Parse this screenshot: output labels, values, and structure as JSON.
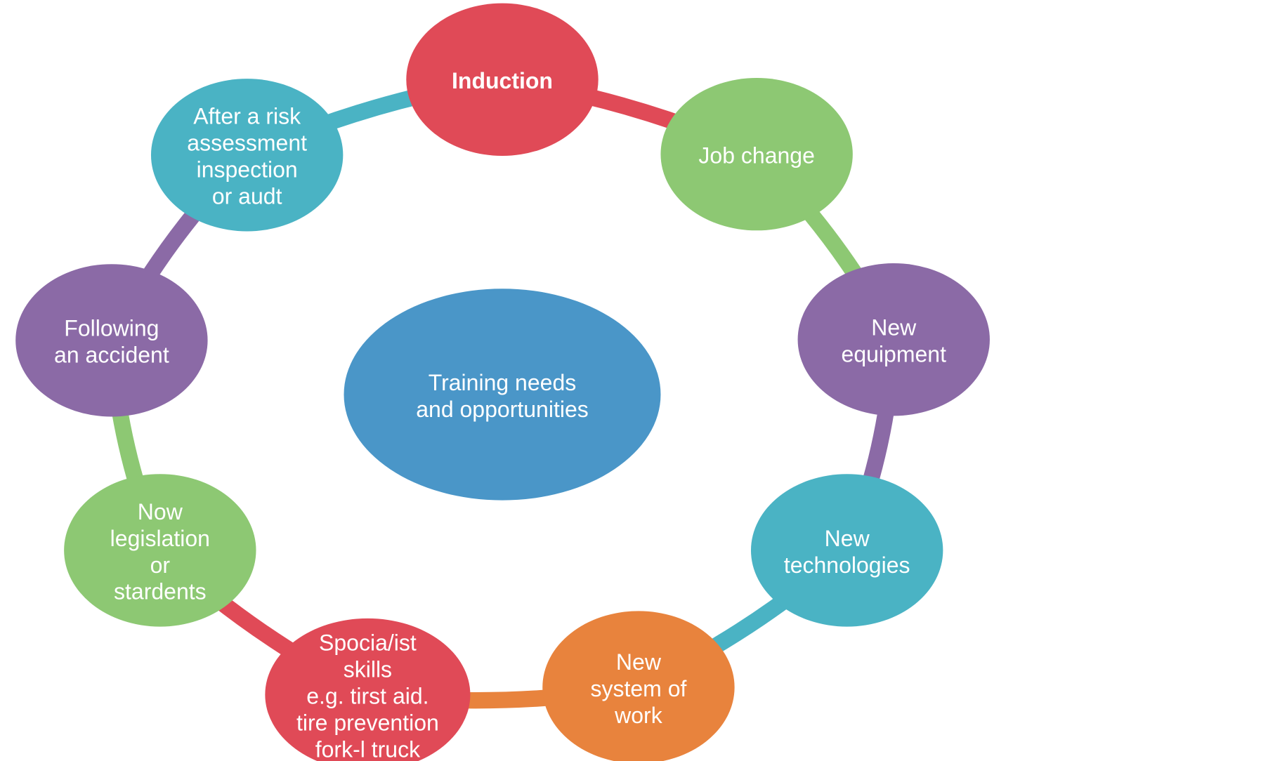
{
  "center": {
    "lines": [
      "Training needs",
      "and opportunities"
    ],
    "color": "#4a96c8"
  },
  "nodes": [
    {
      "id": "induction",
      "lines": [
        "Induction"
      ],
      "color": "#e04a57",
      "bold": true
    },
    {
      "id": "job-change",
      "lines": [
        "Job change"
      ],
      "color": "#8dc873"
    },
    {
      "id": "new-equipment",
      "lines": [
        "New",
        "equipment"
      ],
      "color": "#8b6aa6"
    },
    {
      "id": "new-technologies",
      "lines": [
        "New",
        "technologies"
      ],
      "color": "#4ab3c4"
    },
    {
      "id": "new-system-of-work",
      "lines": [
        "New",
        "system of",
        "work"
      ],
      "color": "#e8833d"
    },
    {
      "id": "specialist-skills",
      "lines": [
        "Spocia/ist",
        "skills",
        "e.g. tirst aid.",
        "tire prevention",
        "fork-l truck"
      ],
      "color": "#e04a57"
    },
    {
      "id": "new-legislation",
      "lines": [
        "Now",
        "legislation",
        "or",
        "stardents"
      ],
      "color": "#8dc873"
    },
    {
      "id": "following-accident",
      "lines": [
        "Following",
        "an accident"
      ],
      "color": "#8b6aa6"
    },
    {
      "id": "after-risk-assessment",
      "lines": [
        "After a risk",
        "assessment",
        "inspection",
        "or audt"
      ],
      "color": "#4ab3c4"
    }
  ],
  "connectors": [
    {
      "from": "induction",
      "to": "job-change",
      "color": "#e04a57"
    },
    {
      "from": "job-change",
      "to": "new-equipment",
      "color": "#8dc873"
    },
    {
      "from": "new-equipment",
      "to": "new-technologies",
      "color": "#8b6aa6"
    },
    {
      "from": "new-technologies",
      "to": "new-system-of-work",
      "color": "#4ab3c4"
    },
    {
      "from": "new-system-of-work",
      "to": "specialist-skills",
      "color": "#e8833d"
    },
    {
      "from": "specialist-skills",
      "to": "new-legislation",
      "color": "#e04a57"
    },
    {
      "from": "new-legislation",
      "to": "following-accident",
      "color": "#8dc873"
    },
    {
      "from": "following-accident",
      "to": "after-risk-assessment",
      "color": "#8b6aa6"
    },
    {
      "from": "after-risk-assessment",
      "to": "induction",
      "color": "#4ab3c4"
    }
  ]
}
